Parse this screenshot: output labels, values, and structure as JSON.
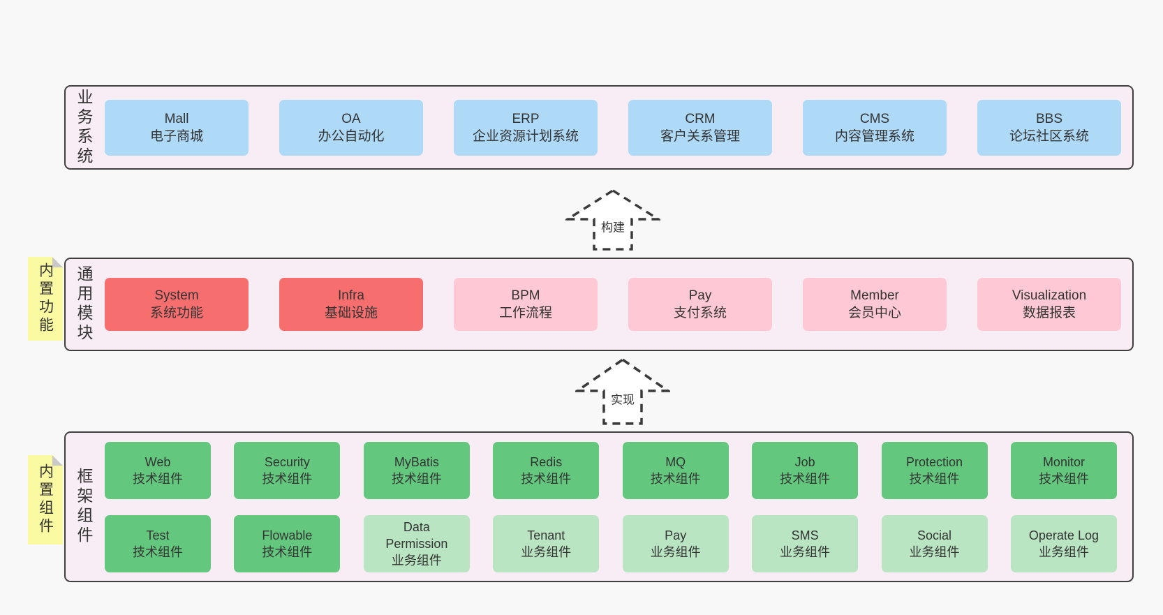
{
  "colors": {
    "page_bg": "#f8f8f8",
    "band_bg": "#f8ecf5",
    "band_border": "#3f3f3f",
    "blue_box": "#aed9f7",
    "red_box": "#f76e6e",
    "pink_box": "#fec9d4",
    "green_box": "#63c87e",
    "light_green_box": "#bae5c3",
    "sticky_yellow": "#fafaa2",
    "sticky_fold": "#c9c9c9",
    "text": "#333333"
  },
  "arrows": [
    {
      "label": "构建"
    },
    {
      "label": "实现"
    }
  ],
  "bands": [
    {
      "label": "业务系统",
      "boxes": [
        {
          "name": "Mall",
          "desc": "电子商城"
        },
        {
          "name": "OA",
          "desc": "办公自动化"
        },
        {
          "name": "ERP",
          "desc": "企业资源计划系统"
        },
        {
          "name": "CRM",
          "desc": "客户关系管理"
        },
        {
          "name": "CMS",
          "desc": "内容管理系统"
        },
        {
          "name": "BBS",
          "desc": "论坛社区系统"
        }
      ]
    },
    {
      "label": "通用模块",
      "sticky": "内置功能",
      "boxes": [
        {
          "name": "System",
          "desc": "系统功能",
          "variant": "red"
        },
        {
          "name": "Infra",
          "desc": "基础设施",
          "variant": "red"
        },
        {
          "name": "BPM",
          "desc": "工作流程",
          "variant": "pink"
        },
        {
          "name": "Pay",
          "desc": "支付系统",
          "variant": "pink"
        },
        {
          "name": "Member",
          "desc": "会员中心",
          "variant": "pink"
        },
        {
          "name": "Visualization",
          "desc": "数据报表",
          "variant": "pink"
        }
      ]
    },
    {
      "label": "框架组件",
      "sticky": "内置组件",
      "rows": [
        [
          {
            "name": "Web",
            "desc": "技术组件",
            "variant": "green"
          },
          {
            "name": "Security",
            "desc": "技术组件",
            "variant": "green"
          },
          {
            "name": "MyBatis",
            "desc": "技术组件",
            "variant": "green"
          },
          {
            "name": "Redis",
            "desc": "技术组件",
            "variant": "green"
          },
          {
            "name": "MQ",
            "desc": "技术组件",
            "variant": "green"
          },
          {
            "name": "Job",
            "desc": "技术组件",
            "variant": "green"
          },
          {
            "name": "Protection",
            "desc": "技术组件",
            "variant": "green"
          },
          {
            "name": "Monitor",
            "desc": "技术组件",
            "variant": "green"
          }
        ],
        [
          {
            "name": "Test",
            "desc": "技术组件",
            "variant": "green"
          },
          {
            "name": "Flowable",
            "desc": "技术组件",
            "variant": "green"
          },
          {
            "name": "Data\nPermission",
            "desc": "业务组件",
            "variant": "light-green"
          },
          {
            "name": "Tenant",
            "desc": "业务组件",
            "variant": "light-green"
          },
          {
            "name": "Pay",
            "desc": "业务组件",
            "variant": "light-green"
          },
          {
            "name": "SMS",
            "desc": "业务组件",
            "variant": "light-green"
          },
          {
            "name": "Social",
            "desc": "业务组件",
            "variant": "light-green"
          },
          {
            "name": "Operate Log",
            "desc": "业务组件",
            "variant": "light-green"
          }
        ]
      ]
    }
  ]
}
